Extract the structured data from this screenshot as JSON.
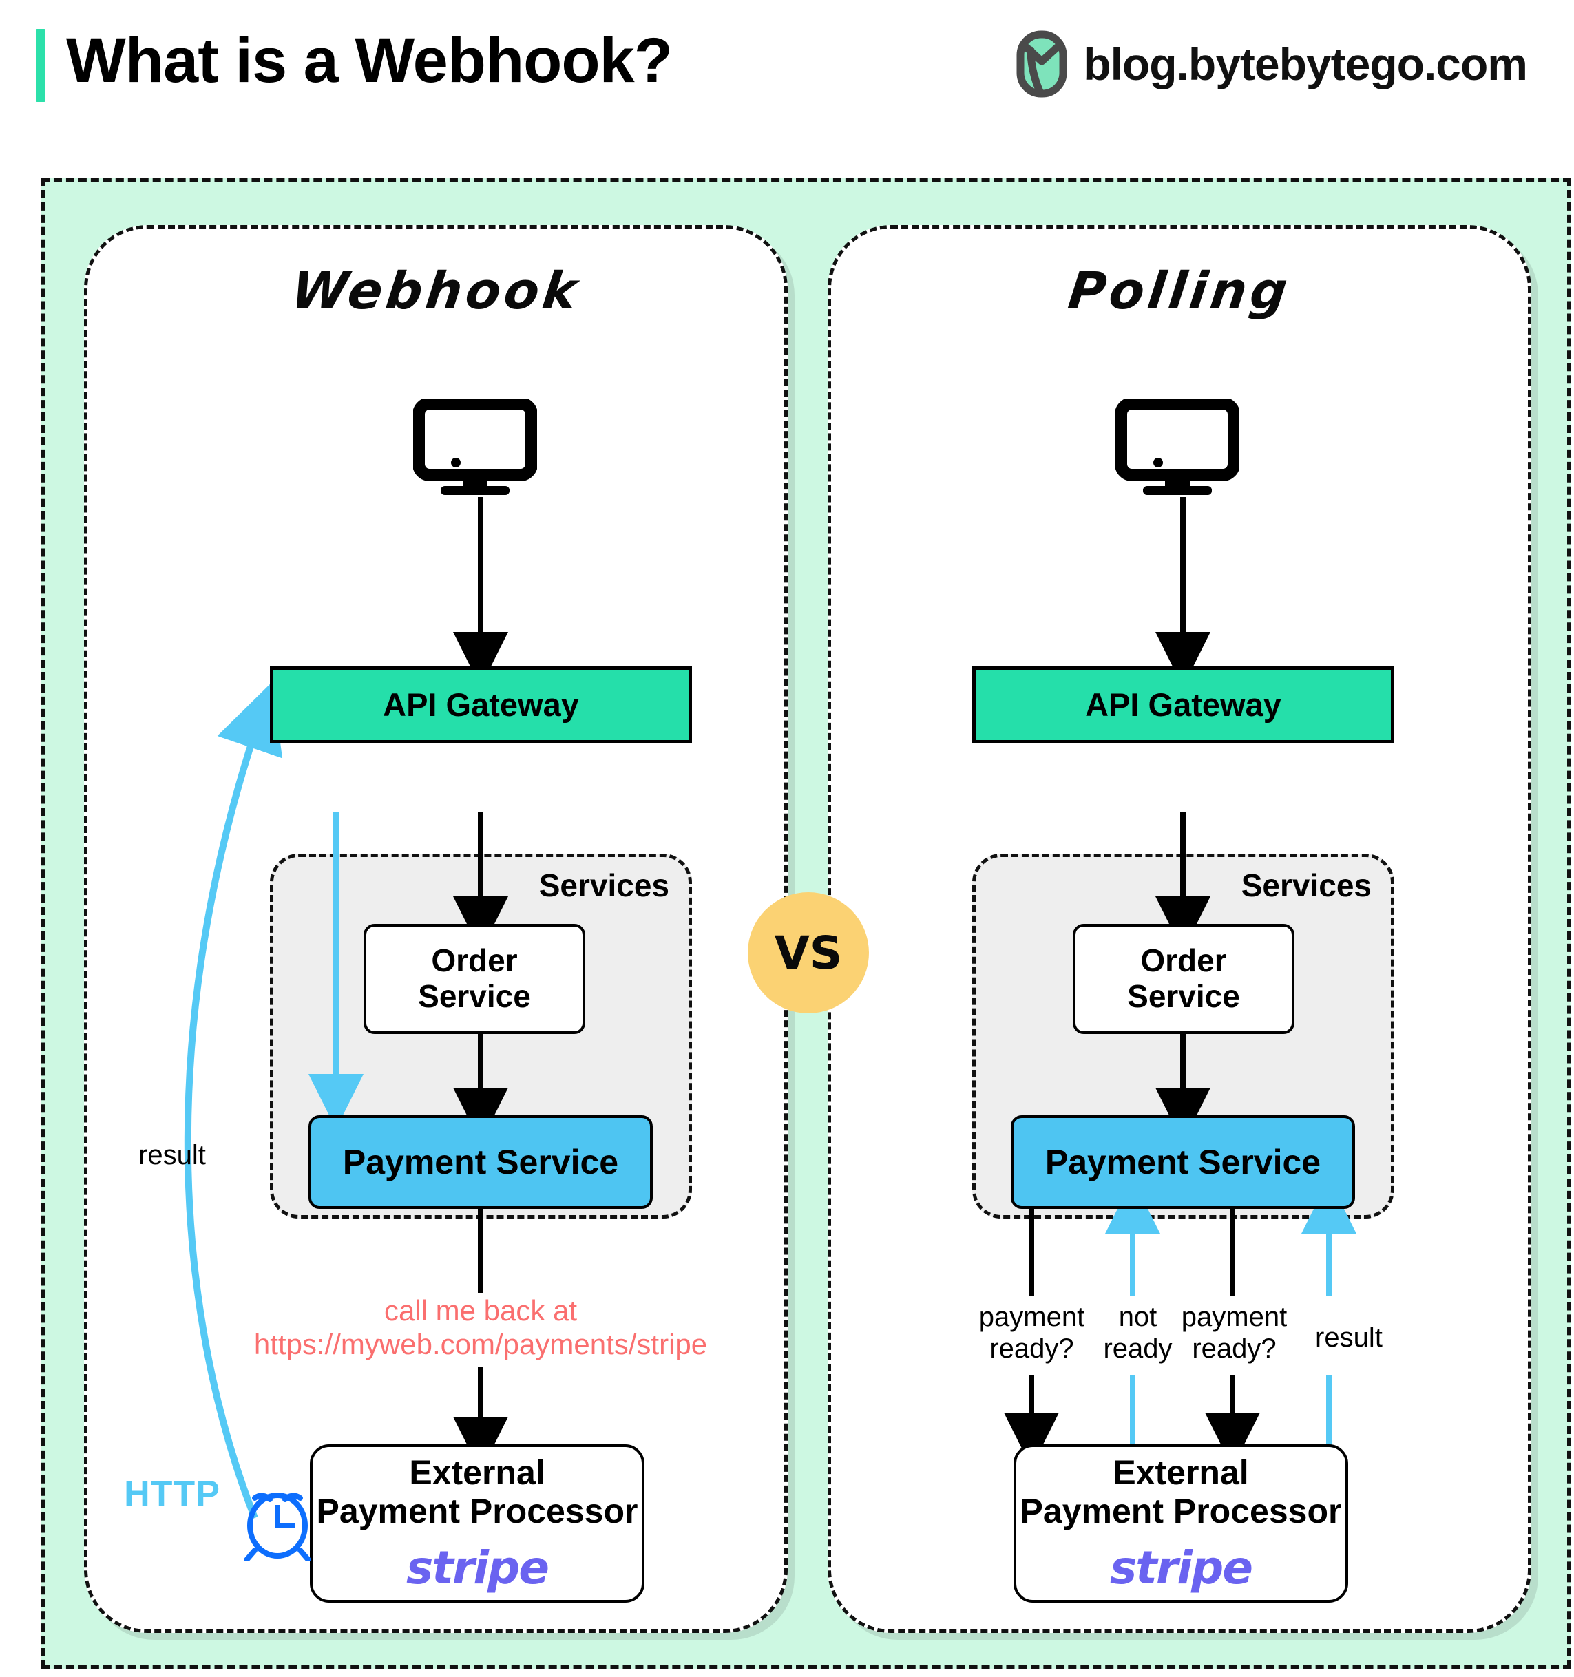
{
  "header": {
    "title": "What is a Webhook?",
    "brand_text": "blog.bytebytego.com",
    "logo_icon": "bytebytego-logo-icon",
    "accent_color": "#2ce0aa"
  },
  "vs_badge": {
    "label": "VS",
    "color": "#fbd273"
  },
  "colors": {
    "canvas_mint": "#cdf8e2",
    "api_gateway_green": "#25dfaa",
    "payment_service_blue": "#4ec5f2",
    "services_gray": "#eeeeee",
    "callback_red": "#fa6f6f",
    "http_blue": "#55c9f5",
    "clock_blue": "#0d6efd",
    "stripe_purple": "#6a63f0"
  },
  "panels": [
    {
      "id": "webhook",
      "title": "Webhook",
      "client_icon": "desktop-monitor-icon",
      "nodes": {
        "gateway": "API Gateway",
        "services_label": "Services",
        "order_service": "Order\nService",
        "order_service_line1": "Order",
        "order_service_line2": "Service",
        "payment_service": "Payment Service",
        "external_line1": "External",
        "external_line2": "Payment Processor",
        "external_brand": "stripe"
      },
      "labels": [
        {
          "name": "result",
          "text": "result",
          "color": "#000000"
        },
        {
          "name": "callback",
          "text_line1": "call me back at",
          "text_line2": "https://myweb.com/payments/stripe",
          "color": "#fa6f6f"
        },
        {
          "name": "http",
          "text": "HTTP",
          "color": "#55c9f5"
        }
      ],
      "icons": [
        "alarm-clock-icon"
      ]
    },
    {
      "id": "polling",
      "title": "Polling",
      "client_icon": "desktop-monitor-icon",
      "nodes": {
        "gateway": "API Gateway",
        "services_label": "Services",
        "order_service_line1": "Order",
        "order_service_line2": "Service",
        "payment_service": "Payment Service",
        "external_line1": "External",
        "external_line2": "Payment Processor",
        "external_brand": "stripe"
      },
      "labels": [
        {
          "name": "poll-1",
          "text_line1": "payment",
          "text_line2": "ready?",
          "color": "#000000"
        },
        {
          "name": "poll-not-ready",
          "text_line1": "not",
          "text_line2": "ready",
          "color": "#000000"
        },
        {
          "name": "poll-2",
          "text_line1": "payment",
          "text_line2": "ready?",
          "color": "#000000"
        },
        {
          "name": "poll-result",
          "text": "result",
          "color": "#000000"
        }
      ]
    }
  ]
}
